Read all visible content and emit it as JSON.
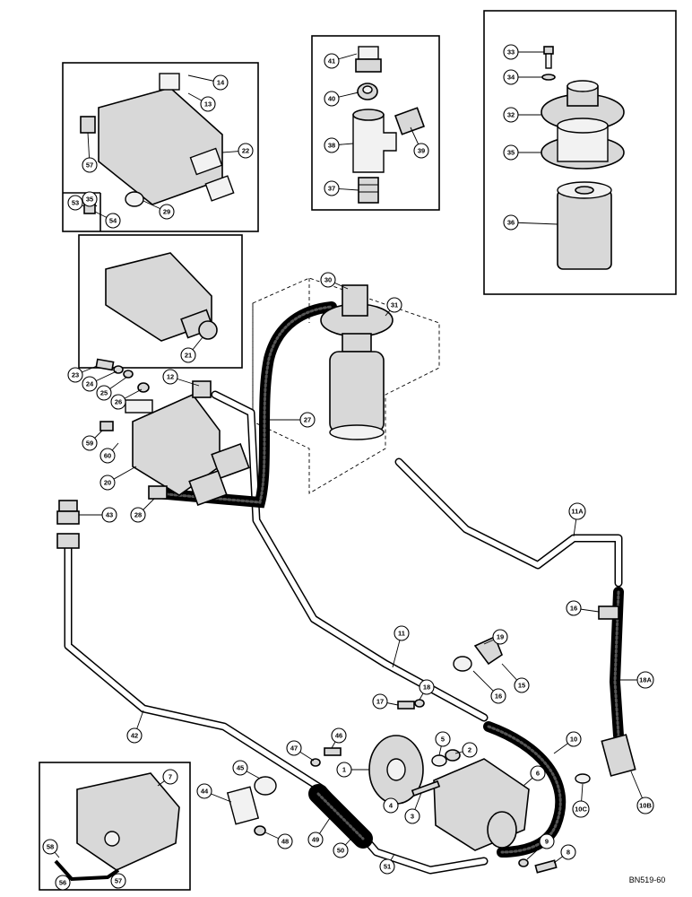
{
  "drawing_code": "BN519-60",
  "callouts": [
    {
      "id": "c41",
      "label": "41"
    },
    {
      "id": "c40",
      "label": "40"
    },
    {
      "id": "c38",
      "label": "38"
    },
    {
      "id": "c39",
      "label": "39"
    },
    {
      "id": "c37",
      "label": "37"
    },
    {
      "id": "c33",
      "label": "33"
    },
    {
      "id": "c34",
      "label": "34"
    },
    {
      "id": "c32",
      "label": "32"
    },
    {
      "id": "c35a",
      "label": "35"
    },
    {
      "id": "c36",
      "label": "36"
    },
    {
      "id": "c14",
      "label": "14"
    },
    {
      "id": "c13",
      "label": "13"
    },
    {
      "id": "c22",
      "label": "22"
    },
    {
      "id": "c57a",
      "label": "57"
    },
    {
      "id": "c53",
      "label": "53"
    },
    {
      "id": "c35b",
      "label": "35"
    },
    {
      "id": "c54",
      "label": "54"
    },
    {
      "id": "c29",
      "label": "29"
    },
    {
      "id": "c21",
      "label": "21"
    },
    {
      "id": "c30",
      "label": "30"
    },
    {
      "id": "c31",
      "label": "31"
    },
    {
      "id": "c27",
      "label": "27"
    },
    {
      "id": "c23",
      "label": "23"
    },
    {
      "id": "c24",
      "label": "24"
    },
    {
      "id": "c25",
      "label": "25"
    },
    {
      "id": "c26",
      "label": "26"
    },
    {
      "id": "c12",
      "label": "12"
    },
    {
      "id": "c59",
      "label": "59"
    },
    {
      "id": "c60",
      "label": "60"
    },
    {
      "id": "c20",
      "label": "20"
    },
    {
      "id": "c28",
      "label": "28"
    },
    {
      "id": "c43",
      "label": "43"
    },
    {
      "id": "c11A",
      "label": "11A"
    },
    {
      "id": "c16a",
      "label": "16"
    },
    {
      "id": "c18A",
      "label": "18A"
    },
    {
      "id": "c11",
      "label": "11"
    },
    {
      "id": "c19",
      "label": "19"
    },
    {
      "id": "c15",
      "label": "15"
    },
    {
      "id": "c16b",
      "label": "16"
    },
    {
      "id": "c18",
      "label": "18"
    },
    {
      "id": "c17",
      "label": "17"
    },
    {
      "id": "c42",
      "label": "42"
    },
    {
      "id": "c46a",
      "label": "46"
    },
    {
      "id": "c47",
      "label": "47"
    },
    {
      "id": "c5",
      "label": "5"
    },
    {
      "id": "c2",
      "label": "2"
    },
    {
      "id": "c10",
      "label": "10"
    },
    {
      "id": "c6",
      "label": "6"
    },
    {
      "id": "c1",
      "label": "1"
    },
    {
      "id": "c45",
      "label": "45"
    },
    {
      "id": "c4",
      "label": "4"
    },
    {
      "id": "c3",
      "label": "3"
    },
    {
      "id": "c10C",
      "label": "10C"
    },
    {
      "id": "c10B",
      "label": "10B"
    },
    {
      "id": "c44",
      "label": "44"
    },
    {
      "id": "c49",
      "label": "49"
    },
    {
      "id": "c50",
      "label": "50"
    },
    {
      "id": "c51",
      "label": "51"
    },
    {
      "id": "c48",
      "label": "48"
    },
    {
      "id": "c9",
      "label": "9"
    },
    {
      "id": "c8",
      "label": "8"
    },
    {
      "id": "c7",
      "label": "7"
    },
    {
      "id": "c58",
      "label": "58"
    },
    {
      "id": "c56",
      "label": "56"
    },
    {
      "id": "c57b",
      "label": "57"
    }
  ]
}
